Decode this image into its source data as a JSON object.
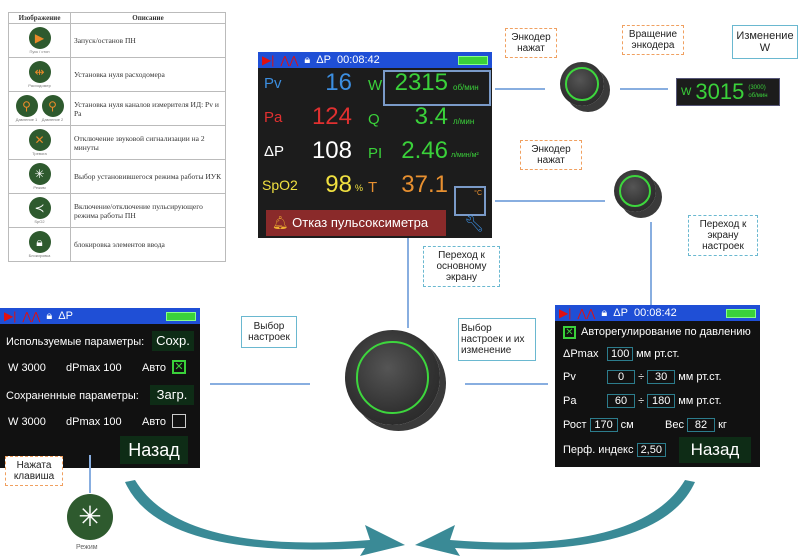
{
  "legend": {
    "headers": [
      "Изображение",
      "Описание"
    ],
    "rows": [
      {
        "icons": [
          "Пуск / стоп"
        ],
        "desc": "Запуск/останов ПН"
      },
      {
        "icons": [
          "Расходомер"
        ],
        "desc": "Установка нуля расходомера"
      },
      {
        "icons": [
          "Давление 1",
          "Давление 2"
        ],
        "desc": "Установка нуля каналов измерителя ИД: Pv и Pa"
      },
      {
        "icons": [
          "Тревога"
        ],
        "desc": "Отключение звуковой сигнализации на 2 минуты"
      },
      {
        "icons": [
          "Режим"
        ],
        "desc": "Выбор установившегося режима работы ИУК"
      },
      {
        "icons": [
          "SpO2"
        ],
        "desc": "Включение/отключение пульсирующего режима работы ПН"
      },
      {
        "icons": [
          "Блокировка"
        ],
        "desc": "блокировка элементов ввода"
      }
    ]
  },
  "status": {
    "dp": "ΔP",
    "time": "00:08:42"
  },
  "main": {
    "pv_l": "Pv",
    "pv": "16",
    "pa_l": "Pa",
    "pa": "124",
    "dp_l": "ΔP",
    "dp": "108",
    "spo2_l": "SpO2",
    "spo2": "98",
    "spo2_u": "%",
    "w_l": "W",
    "w": "2315",
    "w_u": "об/мин",
    "q_l": "Q",
    "q": "3.4",
    "q_u": "л/мин",
    "pi_l": "PI",
    "pi": "2.46",
    "pi_u": "л/мин/м²",
    "t_l": "T",
    "t": "37.1",
    "t_u": "°C",
    "alarm": "Отказ пульсоксиметра"
  },
  "wdisp": {
    "l": "W",
    "v": "3015",
    "prev": "(3000)",
    "u": "об/мин"
  },
  "callouts": {
    "enc1": "Энкодер нажат",
    "rot": "Вращение энкодера",
    "chw": "Изменение W",
    "enc2": "Энкодер нажат",
    "toset": "Переход к экрану настроек",
    "tomain": "Переход к основному экрану",
    "selset": "Выбор настроек",
    "selch": "Выбор настроек и их изменение",
    "key": "Нажата клавиша",
    "mode": "Режим"
  },
  "left": {
    "used": "Используемые параметры:",
    "save": "Сохр.",
    "w1": "W  3000",
    "dp1": "dPmax  100",
    "auto1": "Авто",
    "saved": "Сохраненные параметры:",
    "load": "Загр.",
    "w2": "W  3000",
    "dp2": "dPmax  100",
    "auto2": "Авто",
    "back": "Назад"
  },
  "right": {
    "auto": "Авторегулирование по давлению",
    "dpmax": "ΔPmax",
    "dpmax_v": "100",
    "mm": "мм рт.ст.",
    "pv": "Pv",
    "pv_a": "0",
    "pv_b": "30",
    "pa": "Pa",
    "pa_a": "60",
    "pa_b": "180",
    "div": "÷",
    "h": "Рост",
    "h_v": "170",
    "h_u": "см",
    "wt": "Вес",
    "wt_v": "82",
    "wt_u": "кг",
    "pi": "Перф. индекс",
    "pi_v": "2,50",
    "back": "Назад"
  }
}
